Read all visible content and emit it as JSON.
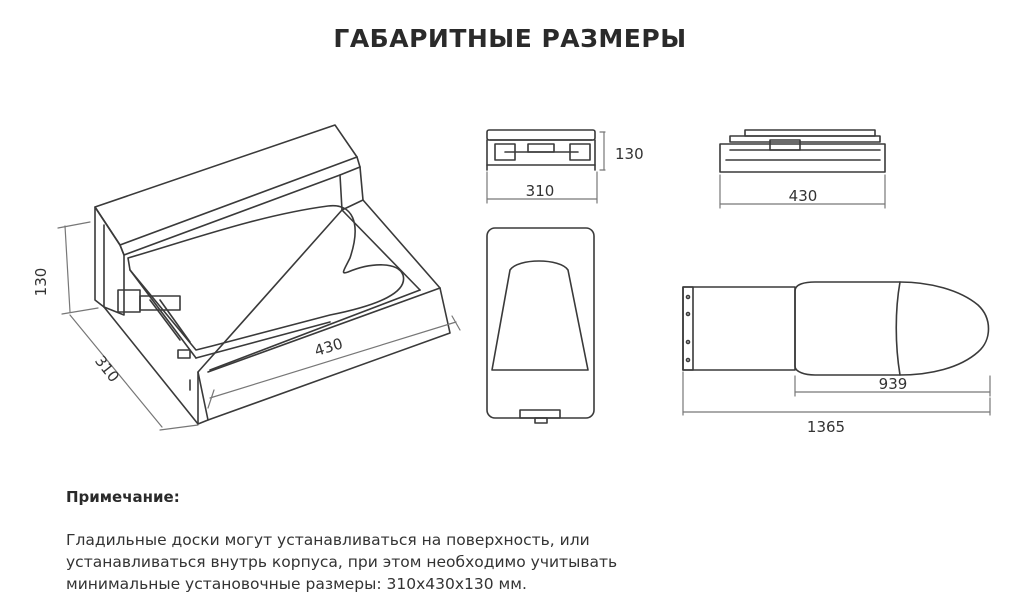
{
  "title": "ГАБАРИТНЫЕ РАЗМЕРЫ",
  "iso_view": {
    "height": "130",
    "depth": "310",
    "width": "430"
  },
  "front_view": {
    "width": "310",
    "height": "130"
  },
  "side_view": {
    "width": "430"
  },
  "extended_view": {
    "board_length": "939",
    "total_length": "1365"
  },
  "note": {
    "heading": "Примечание:",
    "lines": [
      "Гладильные доски могут устанавливаться на поверхность, или",
      "устанавливаться внутрь корпуса, при этом необходимо учитывать",
      "минимальные установочные размеры: 310x430x130 мм."
    ]
  }
}
